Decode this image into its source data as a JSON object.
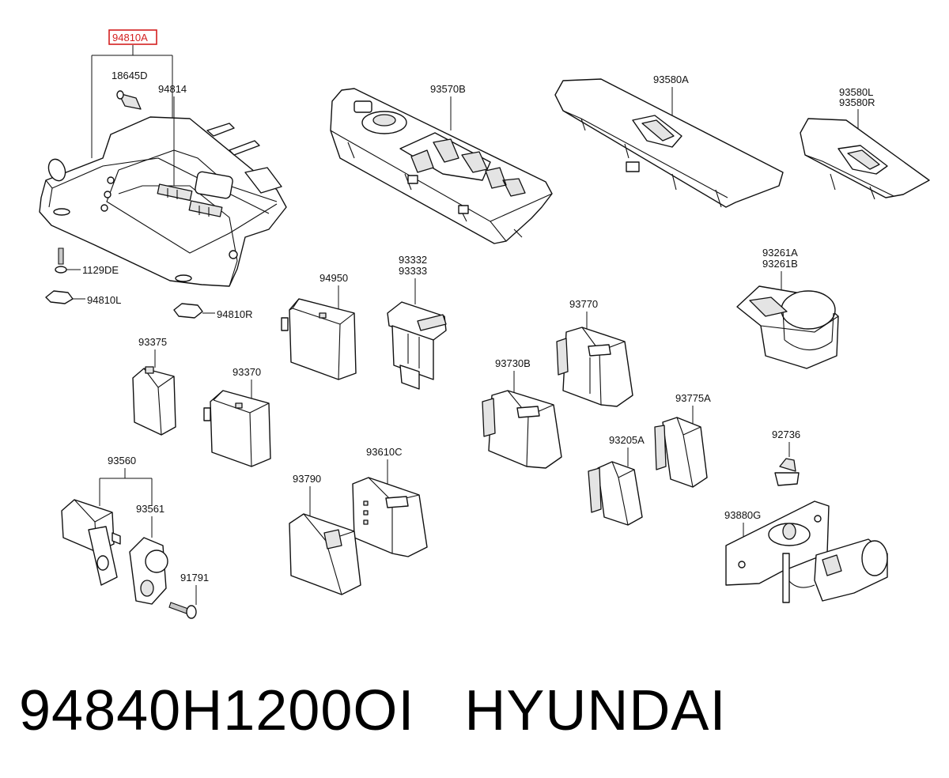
{
  "caption": {
    "part_number": "94840H1200OI",
    "brand": "HYUNDAI"
  },
  "highlight_color": "#d42020",
  "labels": {
    "l94810A": "94810A",
    "l18645D": "18645D",
    "l94814": "94814",
    "l1129DE": "1129DE",
    "l94810L": "94810L",
    "l94810R": "94810R",
    "l93570B": "93570B",
    "l93580A": "93580A",
    "l93580L": "93580L",
    "l93580R": "93580R",
    "l94950": "94950",
    "l93332": "93332",
    "l93333": "93333",
    "l93261A": "93261A",
    "l93261B": "93261B",
    "l93770": "93770",
    "l93375": "93375",
    "l93370": "93370",
    "l93730B": "93730B",
    "l93775A": "93775A",
    "l92736": "92736",
    "l93205A": "93205A",
    "l93610C": "93610C",
    "l93560": "93560",
    "l93561": "93561",
    "l93790": "93790",
    "l93880G": "93880G",
    "l91791": "91791"
  }
}
